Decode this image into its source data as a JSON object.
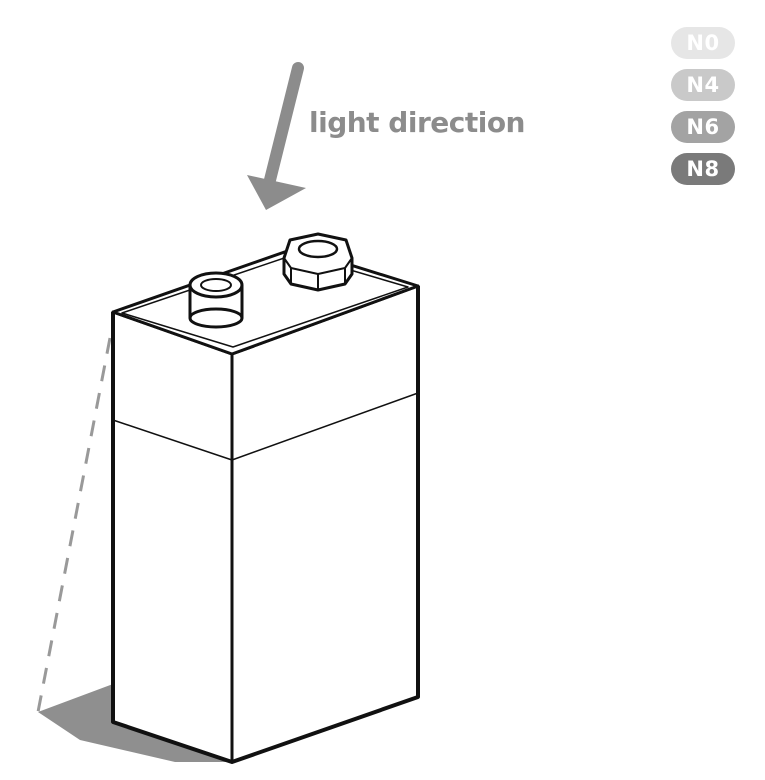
{
  "light_label": "light direction",
  "swatches": [
    {
      "label": "N0",
      "color": "#e6e6e6"
    },
    {
      "label": "N4",
      "color": "#c9c9c9"
    },
    {
      "label": "N6",
      "color": "#a3a3a3"
    },
    {
      "label": "N8",
      "color": "#7a7a7a"
    }
  ],
  "colors": {
    "arrow": "#8c8c8c",
    "label": "#8c8c8c",
    "shadow": "#8f8f8f",
    "outline": "#111111",
    "dash": "#999999"
  },
  "icons": [
    "light-direction-arrow",
    "battery-illustration",
    "terminal-nut-icon",
    "terminal-post-icon"
  ]
}
